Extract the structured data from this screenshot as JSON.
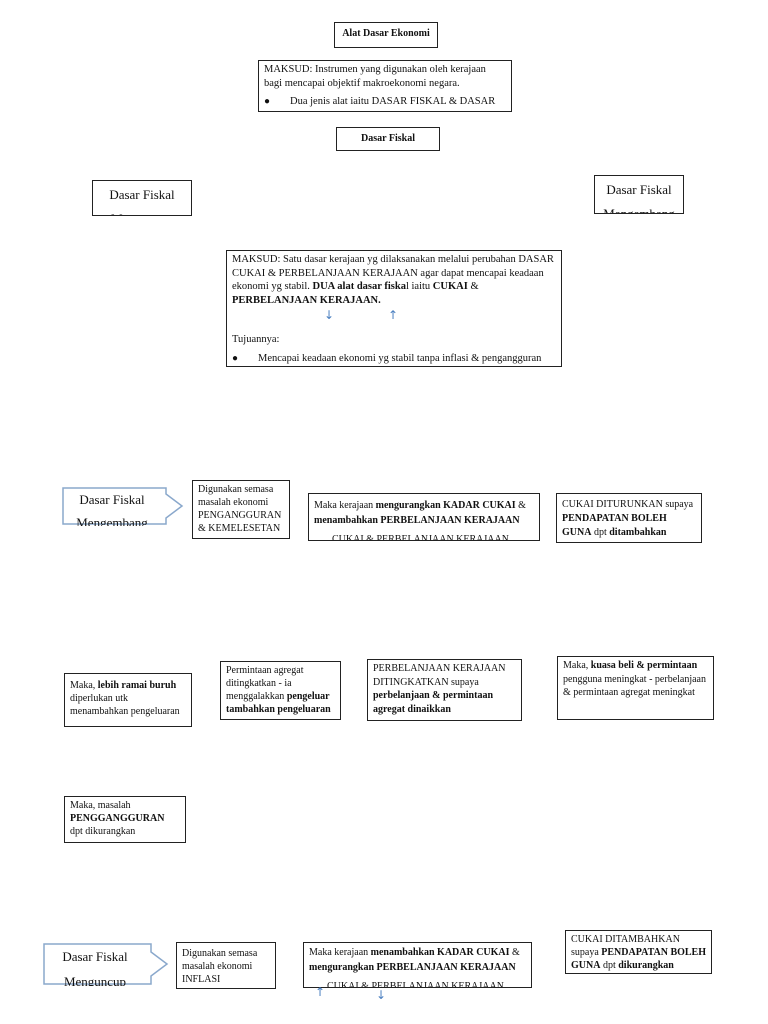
{
  "title": "Alat Dasar Ekonomi",
  "maksud1": {
    "text": "MAKSUD: Instrumen yang digunakan oleh kerajaan bagi mencapai objektif makroekonomi negara.",
    "bullet": "Dua jenis alat iaitu DASAR FISKAL & DASAR KEWANGAN"
  },
  "subtitle": "Dasar Fiskal",
  "left_box": {
    "l1": "Dasar Fiskal",
    "l2": "Menguncup"
  },
  "right_box": {
    "l1": "Dasar Fiskal",
    "l2": "Mengembang"
  },
  "maksud2": {
    "p1": "MAKSUD: Satu dasar kerajaan yg dilaksanakan melalui perubahan DASAR CUKAI & PERBELANJAAN KERAJAAN agar dapat mencapai keadaan ekonomi yg stabil. ",
    "p1b": "DUA alat dasar fiska",
    "p1c": "l iaitu ",
    "p1d": "CUKAI",
    "p1e": " & ",
    "p1f": "PERBELANJAAN KERAJAAN.",
    "arrow_down": "↓",
    "arrow_up": "↑",
    "tujuan": "Tujuannya:",
    "bullet": "Mencapai keadaan ekonomi yg stabil tanpa inflasi & pengangguran"
  },
  "row1": {
    "shape": {
      "l1": "Dasar Fiskal",
      "l2": "Mengembang"
    },
    "b1": "Digunakan semasa masalah ekonomi PENGANGGURAN & KEMELESETAN",
    "b2": {
      "a": "Maka kerajaan ",
      "b": "mengurangkan KADAR CUKAI",
      "c": " & ",
      "d": "menambahkan PERBELANJAAN KERAJAAN",
      "e": "CUKAI & PERBELANJAAN KERAJAAN"
    },
    "b3": {
      "a": "CUKAI DITURUNKAN supaya ",
      "b": "PENDAPATAN BOLEH GUNA",
      "c": " dpt ",
      "d": "ditambahkan"
    }
  },
  "row2": {
    "b1": {
      "a": "Maka, ",
      "b": "lebih ramai buruh",
      "c": " diperlukan utk menambahkan pengeluaran"
    },
    "b2": {
      "a": "Permintaan agregat ditingkatkan - ia menggalakkan ",
      "b": "pengeluar tambahkan pengeluaran"
    },
    "b3": {
      "a": "PERBELANJAAN KERAJAAN DITINGKATKAN supaya ",
      "b": "perbelanjaan & permintaan agregat dinaikkan"
    },
    "b4": {
      "a": "Maka, ",
      "b": "kuasa beli & permintaan",
      "c": " pengguna meningkat - perbelanjaan & permintaan agregat meningkat"
    }
  },
  "row3": {
    "a": "Maka, masalah ",
    "b": "PENGGANGGURAN",
    "c": " dpt dikurangkan"
  },
  "row4": {
    "shape": {
      "l1": "Dasar Fiskal",
      "l2": "Menguncup"
    },
    "b1": "Digunakan semasa masalah ekonomi INFLASI",
    "b2": {
      "a": "Maka kerajaan ",
      "b": "menambahkan KADAR CUKAI",
      "c": " & ",
      "d": "mengurangkan PERBELANJAAN KERAJAAN",
      "e": "CUKAI & PERBELANJAAN KERAJAAN"
    },
    "b3": {
      "a": "CUKAI DITAMBAHKAN supaya ",
      "b": "PENDAPATAN BOLEH GUNA",
      "c": " dpt ",
      "d": "dikurangkan"
    },
    "arrow_up": "↑",
    "arrow_down": "↓"
  },
  "colors": {
    "arrow": "#4a7fc0",
    "shape_border": "#8aa8cc"
  }
}
